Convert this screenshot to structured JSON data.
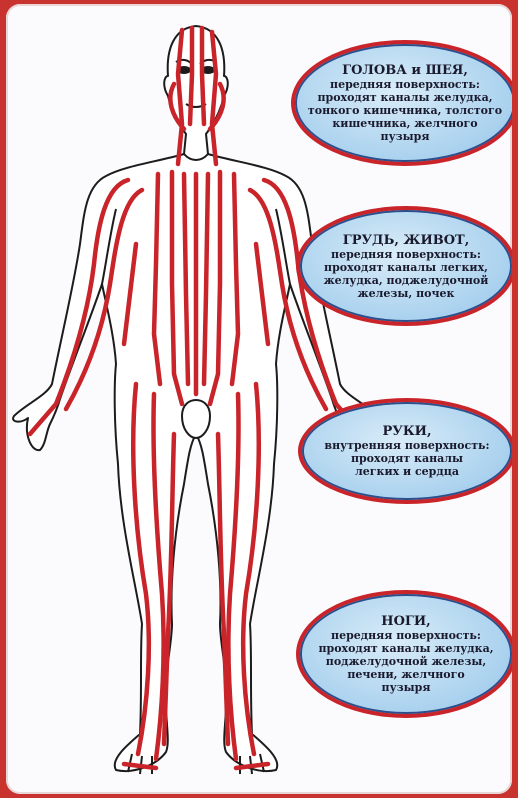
{
  "colors": {
    "channel": "#c8242a",
    "outline": "#1c1c1c",
    "bubble_fill": "#a9d1ee",
    "bubble_border": "#c8242a"
  },
  "callouts": {
    "head": {
      "title": "ГОЛОВА и ШЕЯ,",
      "lines": [
        "передняя поверхность:",
        "проходят каналы желудка,",
        "тонкого кишечника, толстого",
        "кишечника, желчного",
        "пузыря"
      ]
    },
    "chest": {
      "title": "ГРУДЬ, ЖИВОТ,",
      "lines": [
        "передняя поверхность:",
        "проходят каналы легких,",
        "желудка, поджелудочной",
        "железы, почек"
      ]
    },
    "arms": {
      "title": "РУКИ,",
      "lines": [
        "внутренняя поверхность:",
        "проходят каналы",
        "легких и сердца"
      ]
    },
    "legs": {
      "title": "НОГИ,",
      "lines": [
        "передняя поверхность:",
        "проходят каналы желудка,",
        "поджелудочной железы,",
        "печени, желчного",
        "пузыря"
      ]
    }
  }
}
